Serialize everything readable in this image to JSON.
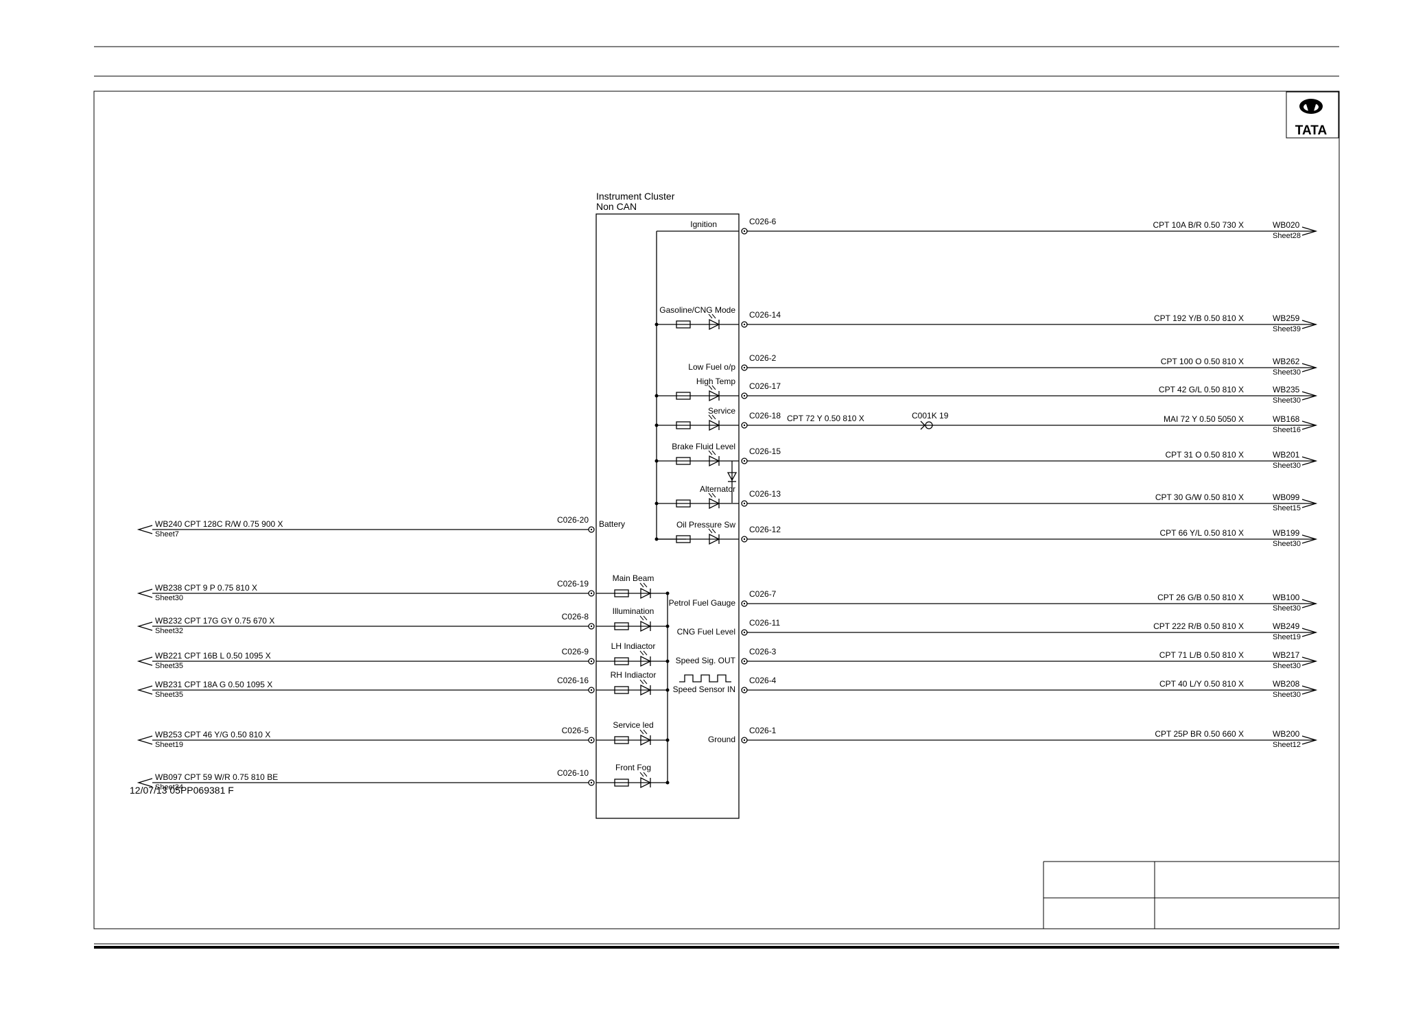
{
  "cluster": {
    "title_line1": "Instrument  Cluster",
    "title_line2": "Non  CAN"
  },
  "logo": {
    "text": "TATA"
  },
  "footer_ref": "12/07/13  05PP069381   F",
  "right_rows": [
    {
      "pin": "C026-6",
      "label": "Ignition",
      "wire": "CPT  10A  B/R  0.50  730  X",
      "dest": "WB020",
      "sheet": "Sheet28",
      "icon": "none"
    },
    {
      "pin": "C026-14",
      "label": "Gasoline/CNG  Mode",
      "wire": "CPT  192  Y/B  0.50  810  X",
      "dest": "WB259",
      "sheet": "Sheet39",
      "icon": "led"
    },
    {
      "pin": "C026-2",
      "label": "Low  Fuel  o/p",
      "wire": "CPT  100  O  0.50  810  X",
      "dest": "WB262",
      "sheet": "Sheet30",
      "icon": "none"
    },
    {
      "pin": "C026-17",
      "label": "High  Temp",
      "wire": "CPT  42  G/L  0.50  810  X",
      "dest": "WB235",
      "sheet": "Sheet30",
      "icon": "led"
    },
    {
      "pin": "C026-18",
      "label": "Service",
      "wire": "MAI  72  Y  0.50  5050  X",
      "dest": "WB168",
      "sheet": "Sheet16",
      "icon": "led"
    },
    {
      "pin": "C026-15",
      "label": "Brake  Fluid  Level",
      "wire": "CPT  31  O  0.50  810  X",
      "dest": "WB201",
      "sheet": "Sheet30",
      "icon": "led"
    },
    {
      "pin": "C026-13",
      "label": "Alternator",
      "wire": "CPT  30  G/W  0.50  810  X",
      "dest": "WB099",
      "sheet": "Sheet15",
      "icon": "led"
    },
    {
      "pin": "C026-12",
      "label": "Oil  Pressure  Sw",
      "wire": "CPT  66  Y/L  0.50  810  X",
      "dest": "WB199",
      "sheet": "Sheet30",
      "icon": "led"
    },
    {
      "pin": "C026-7",
      "label": "Petrol  Fuel  Gauge",
      "wire": "CPT  26  G/B  0.50  810  X",
      "dest": "WB100",
      "sheet": "Sheet30",
      "icon": "none"
    },
    {
      "pin": "C026-11",
      "label": "CNG  Fuel  Level",
      "wire": "CPT  222  R/B  0.50  810  X",
      "dest": "WB249",
      "sheet": "Sheet19",
      "icon": "none"
    },
    {
      "pin": "C026-3",
      "label": "Speed  Sig.  OUT",
      "wire": "CPT  71  L/B  0.50  810  X",
      "dest": "WB217",
      "sheet": "Sheet30",
      "icon": "none"
    },
    {
      "pin": "C026-4",
      "label": "Speed  Sensor  IN",
      "wire": "CPT  40  L/Y  0.50  810  X",
      "dest": "WB208",
      "sheet": "Sheet30",
      "icon": "pulse"
    },
    {
      "pin": "C026-1",
      "label": "Ground",
      "wire": "CPT  25P  BR  0.50  660  X",
      "dest": "WB200",
      "sheet": "Sheet12",
      "icon": "none"
    }
  ],
  "inline_connector": {
    "pin_wire": "CPT   72  Y  0.50  810  X",
    "label": "C001K  19"
  },
  "left_rows": [
    {
      "pin": "C026-20",
      "label": "Battery",
      "wire": "WB240  CPT   128C  R/W  0.75  900  X",
      "sheet": "Sheet7"
    },
    {
      "pin": "C026-19",
      "label": "Main  Beam",
      "wire": "WB238  CPT   9  P  0.75  810  X",
      "sheet": "Sheet30"
    },
    {
      "pin": "C026-8",
      "label": "Illumination",
      "wire": "WB232  CPT   17G  GY  0.75  670  X",
      "sheet": "Sheet32"
    },
    {
      "pin": "C026-9",
      "label": "LH  Indiactor",
      "wire": "WB221  CPT   16B  L  0.50  1095  X",
      "sheet": "Sheet35"
    },
    {
      "pin": "C026-16",
      "label": "RH  Indiactor",
      "wire": "WB231  CPT   18A  G  0.50  1095  X",
      "sheet": "Sheet35"
    },
    {
      "pin": "C026-5",
      "label": "Service  led",
      "wire": "WB253  CPT   46  Y/G  0.50  810  X",
      "sheet": "Sheet19"
    },
    {
      "pin": "C026-10",
      "label": "Front  Fog",
      "wire": "WB097  CPT   59  W/R  0.75  810  BE",
      "sheet": "Sheet34"
    }
  ]
}
